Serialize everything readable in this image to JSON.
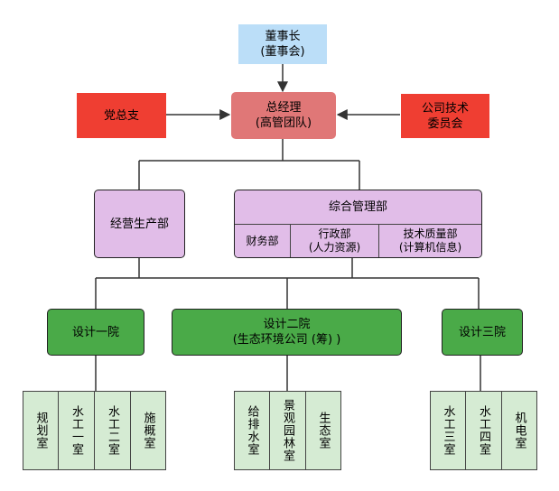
{
  "colors": {
    "chairman_fill": "#bbdef8",
    "gm_fill": "#e07777",
    "side_fill": "#ef3e32",
    "purple_fill": "#e1bde8",
    "green_fill": "#4aaa48",
    "light_green_fill": "#d5ebd3",
    "line": "#333333"
  },
  "top": {
    "chairman_l1": "董事长",
    "chairman_l2": "(董事会)",
    "gm_l1": "总经理",
    "gm_l2": "(高管团队)",
    "party": "党总支",
    "tech_l1": "公司技术",
    "tech_l2": "委员会"
  },
  "mid": {
    "production": "经营生产部",
    "general_title": "综合管理部",
    "finance": "财务部",
    "admin_l1": "行政部",
    "admin_l2": "(人力资源)",
    "quality_l1": "技术质量部",
    "quality_l2": "(计算机信息)"
  },
  "institutes": {
    "inst1": "设计一院",
    "inst2_l1": "设计二院",
    "inst2_l2": "(生态环境公司 (筹) )",
    "inst3": "设计三院"
  },
  "rooms": {
    "group1": [
      "规划室",
      "水工一室",
      "水工二室",
      "施概室"
    ],
    "group2": [
      "给排水室",
      "景观园林室",
      "生态室"
    ],
    "group3": [
      "水工三室",
      "水工四室",
      "机电室"
    ]
  }
}
